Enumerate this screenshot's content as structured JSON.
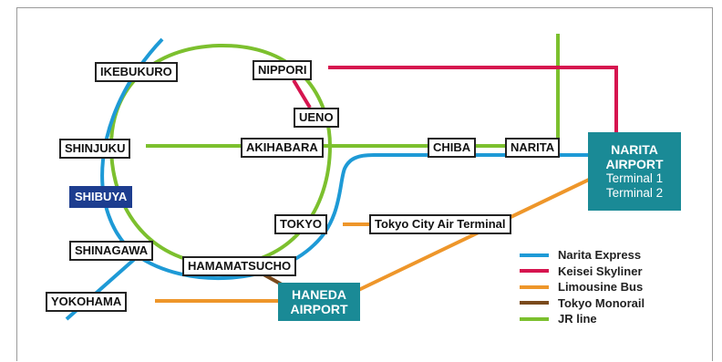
{
  "stations": {
    "ikebukuro": "IKEBUKURO",
    "nippori": "NIPPORI",
    "ueno": "UENO",
    "shinjuku": "SHINJUKU",
    "akihabara": "AKIHABARA",
    "chiba": "CHIBA",
    "narita": "NARITA",
    "shibuya": "SHIBUYA",
    "tokyo": "TOKYO",
    "tcat": "Tokyo City Air Terminal",
    "shinagawa": "SHINAGAWA",
    "hamamatsucho": "HAMAMATSUCHO",
    "yokohama": "YOKOHAMA"
  },
  "airports": {
    "narita": {
      "line1": "NARITA",
      "line2": "AIRPORT",
      "terminal1": "Terminal 1",
      "terminal2": "Terminal 2"
    },
    "haneda": {
      "line1": "HANEDA",
      "line2": "AIRPORT"
    }
  },
  "legend": [
    {
      "label": "Narita Express",
      "color": "#1e9ad6"
    },
    {
      "label": "Keisei Skyliner",
      "color": "#d6154f"
    },
    {
      "label": "Limousine Bus",
      "color": "#ee962a"
    },
    {
      "label": "Tokyo Monorail",
      "color": "#7a4a1c"
    },
    {
      "label": "JR line",
      "color": "#7cc02e"
    }
  ],
  "colors": {
    "highlight_station": "#1d3d8f",
    "airport_box": "#1a8a96"
  }
}
